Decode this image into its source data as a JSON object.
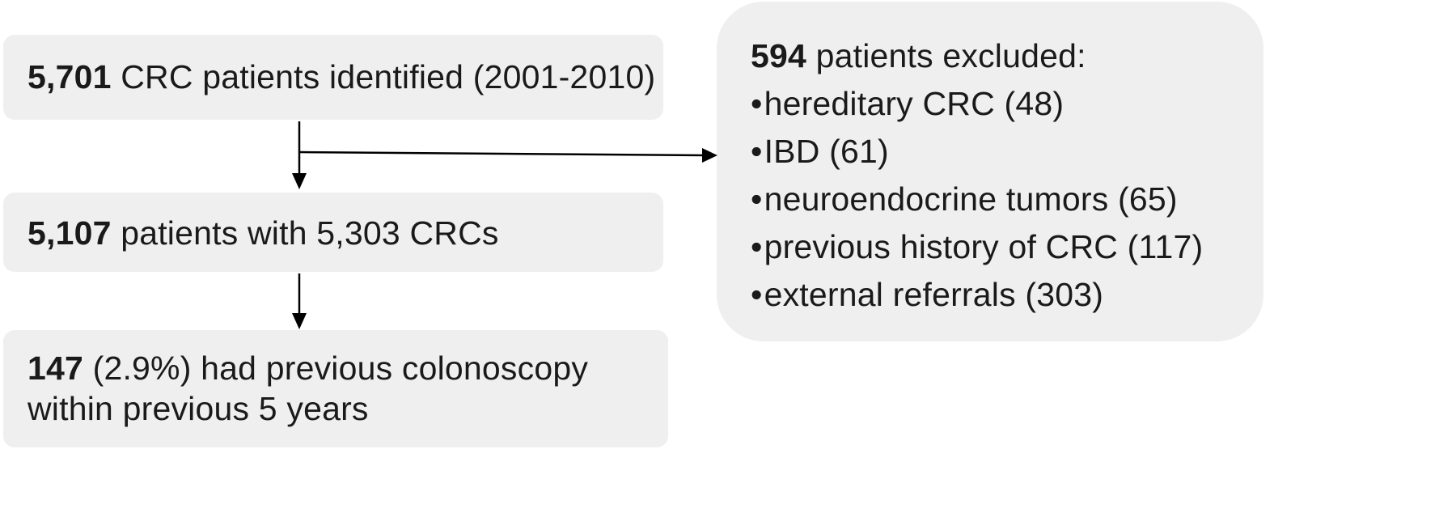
{
  "identified": {
    "count": "5,701",
    "text": " CRC patients identified (2001-2010)"
  },
  "included": {
    "count": "5,107",
    "text": " patients with 5,303 CRCs"
  },
  "previous": {
    "count": "147",
    "line1_rest": " (2.9%) had previous colonoscopy",
    "line2": "within previous 5 years"
  },
  "excluded": {
    "count": "594",
    "text": " patients excluded:",
    "bullet": "•",
    "items": [
      "hereditary CRC (48)",
      "IBD (61)",
      "neuroendocrine tumors (65)",
      "previous history of CRC (117)",
      "external referrals (303)"
    ]
  }
}
